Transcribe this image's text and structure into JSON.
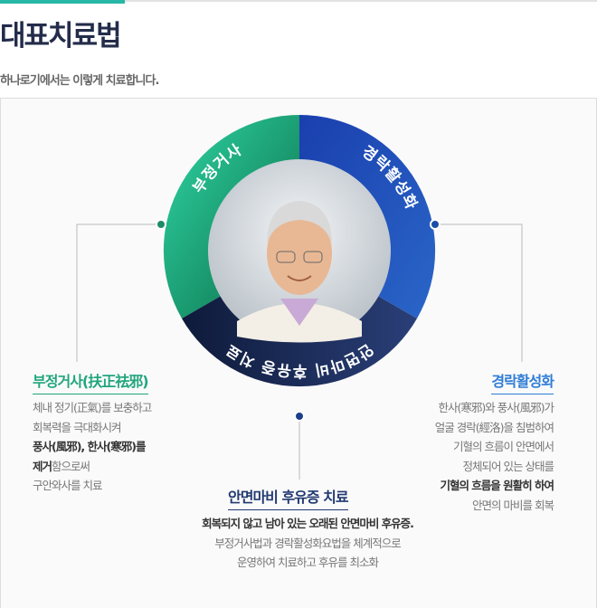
{
  "header": {
    "title": "대표치료법",
    "subtitle": "하나로기에서는 이렇게 치료합니다."
  },
  "colors": {
    "accent": "#27b7a6",
    "green": "#22a57e",
    "blue": "#2f7dd6",
    "navy": "#233a72"
  },
  "wheel": {
    "seg1": "부정거사",
    "seg2": "경락활성화",
    "seg3": "안면마비 후유증 치료"
  },
  "left": {
    "title": "부정거사(扶正祛邪)",
    "lines": [
      "체내 정기(正氣)를 보충하고",
      "회복력을 극대화시켜",
      "풍사(風邪), 한사(寒邪)를",
      "제거",
      "함으로써",
      "구안와사를 치료"
    ]
  },
  "right": {
    "title": "경락활성화",
    "lines": [
      "한사(寒邪)와 풍사(風邪)가",
      "얼굴 경락(經洛)을 침범하여",
      "기혈의 흐름이 안면에서",
      "정체되어 있는 상태를",
      "기혈의 흐름을 원활히 하여",
      "안면의 마비를 회복"
    ]
  },
  "bottom": {
    "title": "안면마비 후유증 치료",
    "lines": [
      "회복되지 않고 남아 있는 오래된 안면마비 후유증.",
      "부정거사법과 경락활성화요법을 체계적으로",
      "운영하여 치료하고 후유를 최소화"
    ]
  }
}
